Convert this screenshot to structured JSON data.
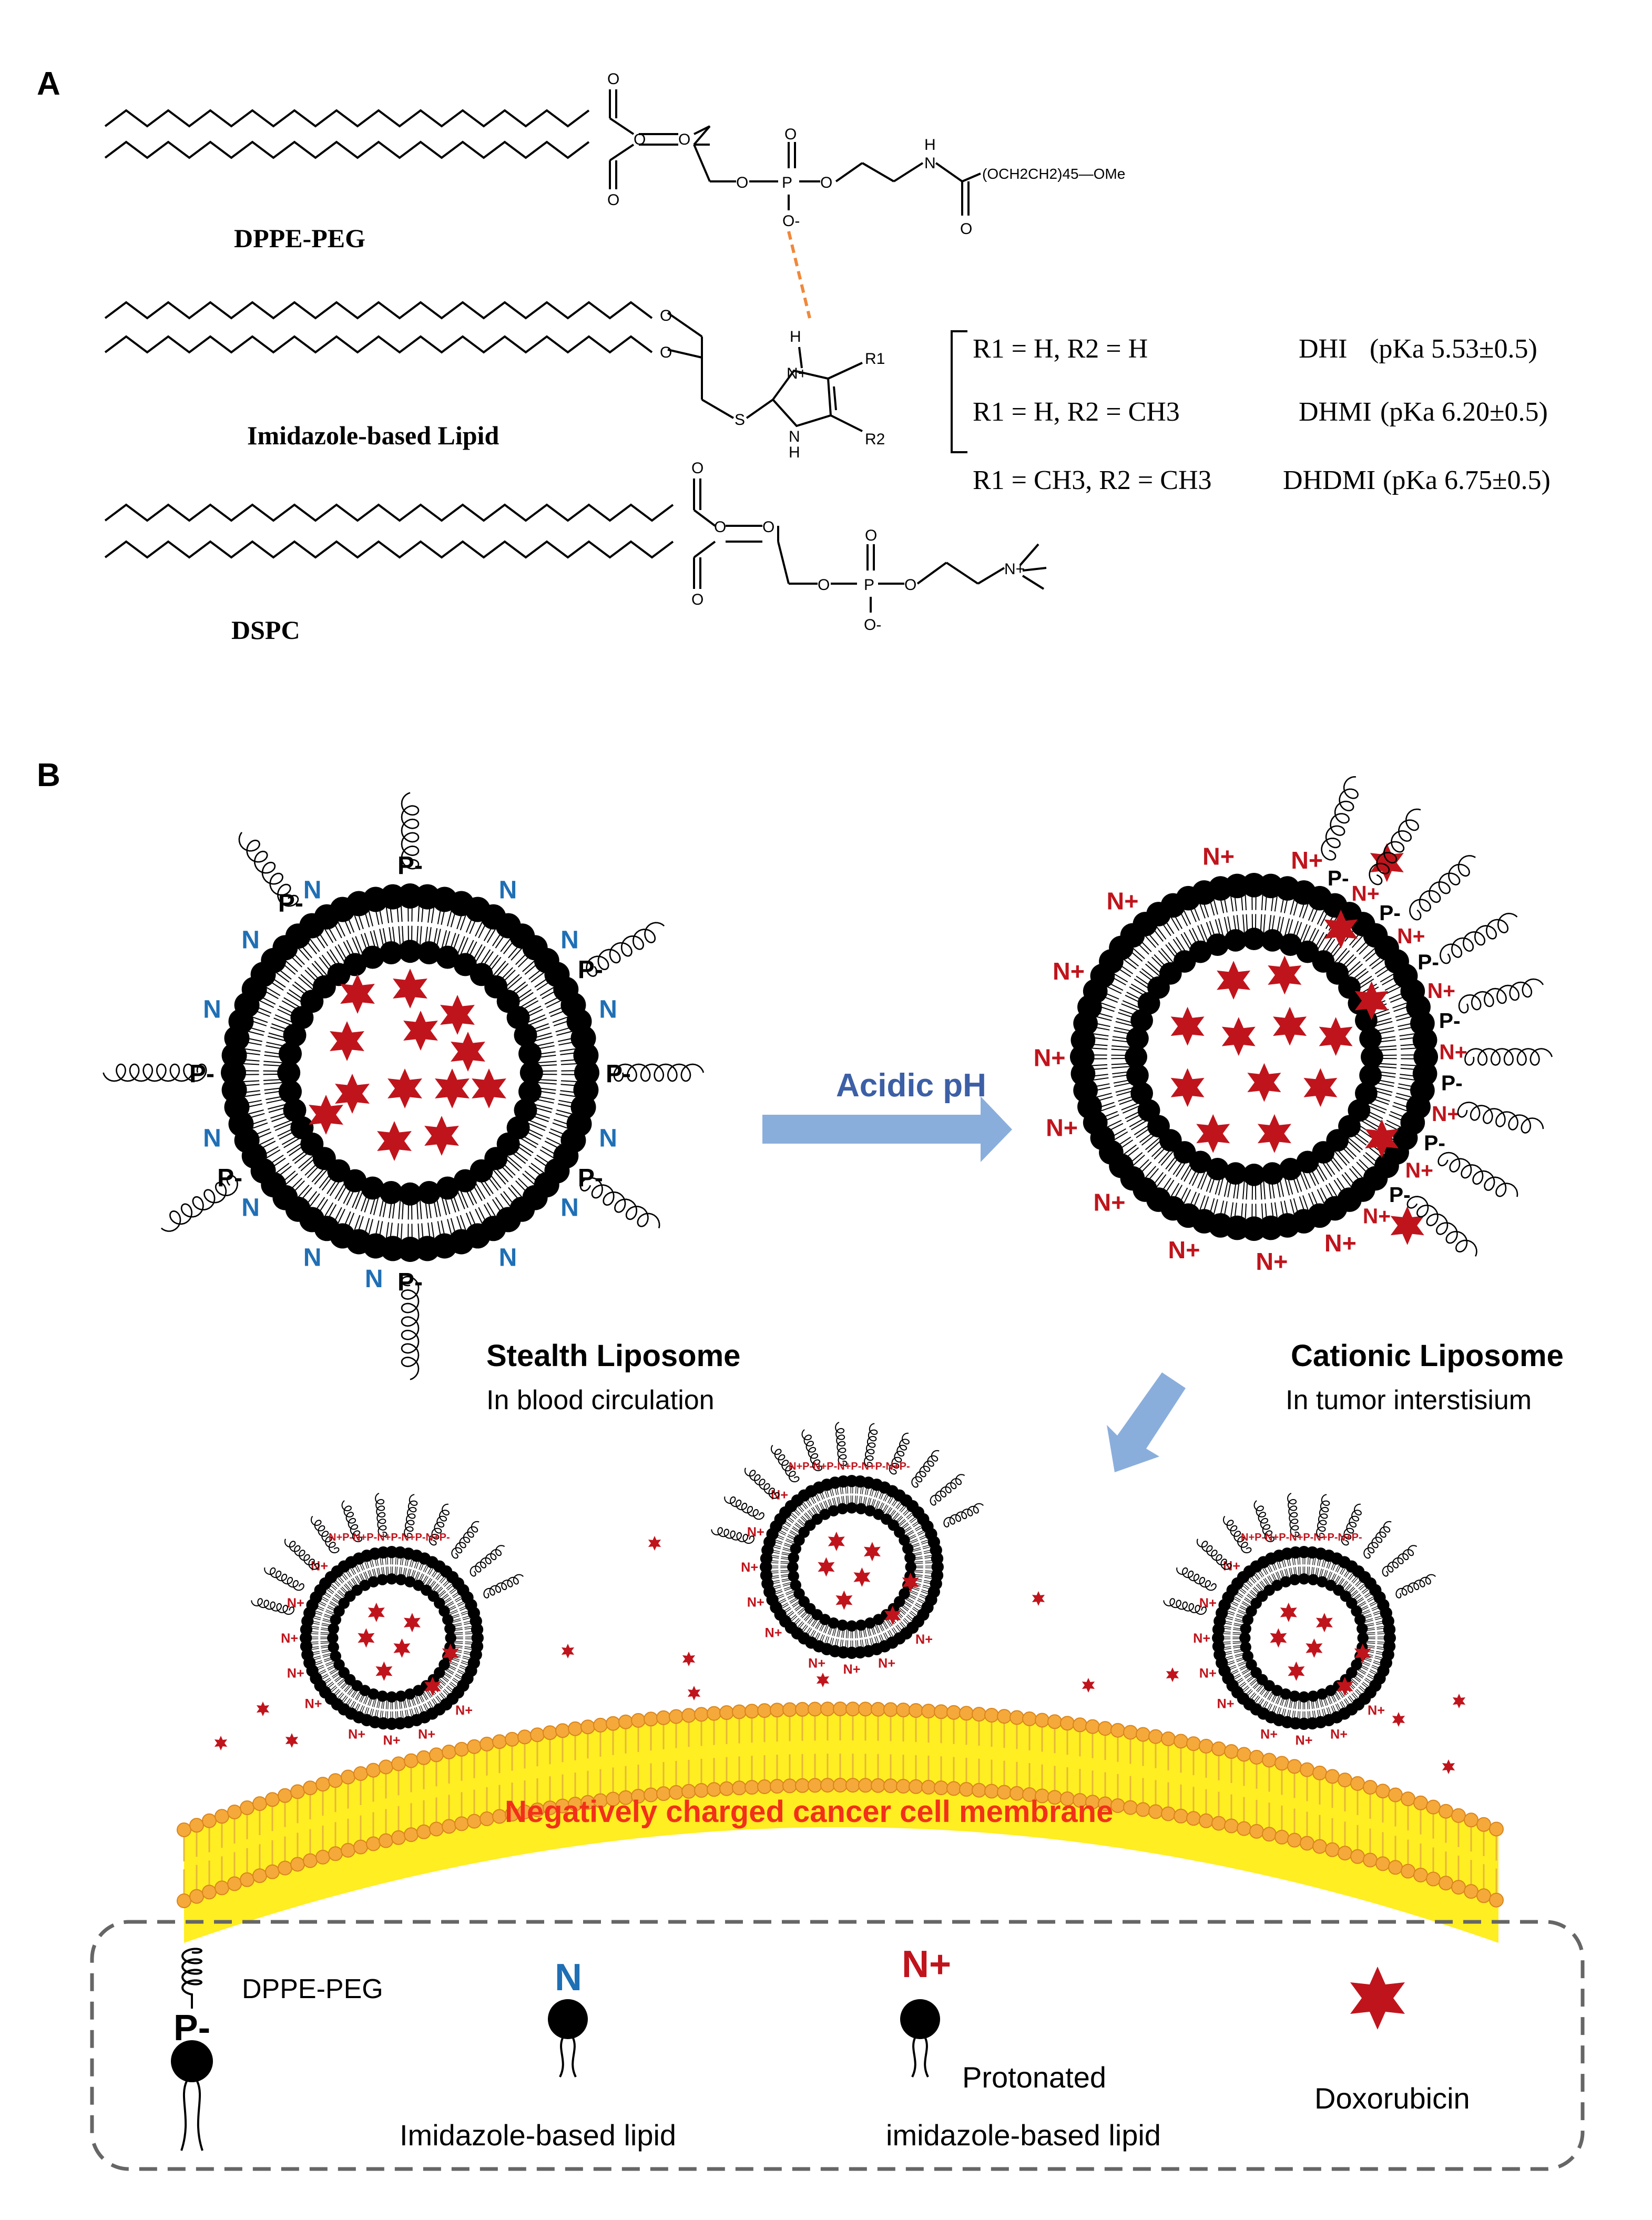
{
  "panel_a": {
    "label": "A",
    "dppe_peg": "DPPE-PEG",
    "imidazole_lipid": "Imidazole-based Lipid",
    "dspc": "DSPC",
    "atoms": {
      "o": "O",
      "h": "H",
      "n": "N",
      "p": "P",
      "s": "S",
      "o_minus": "O-",
      "n_plus": "N+",
      "nh": "H",
      "r1": "R1",
      "r2": "R2",
      "peg_chain": "(OCH2CH2)45—OMe"
    },
    "variants": [
      {
        "r_group": "R1 = H, R2 = H",
        "name": "DHI",
        "pka": "(pKa 5.53±0.5)"
      },
      {
        "r_group": "R1 = H, R2 = CH3",
        "name": "DHMI",
        "pka": "(pKa 6.20±0.5)"
      },
      {
        "r_group": "R1 = CH3, R2 = CH3",
        "name": "DHDMI",
        "pka": "(pKa 6.75±0.5)"
      }
    ]
  },
  "panel_b": {
    "label": "B",
    "arrow_label": "Acidic pH",
    "stealth_title": "Stealth Liposome",
    "stealth_sub": "In blood circulation",
    "cationic_title": "Cationic Liposome",
    "cationic_sub": "In tumor interstisium",
    "membrane_label": "Negatively charged cancer cell membrane",
    "marks": {
      "n": "N",
      "n_plus": "N+",
      "p_minus": "P-",
      "n_plus_dense": "N+P-N+P-N+P-N+P-N+P-"
    },
    "colors": {
      "n_blue": "#1f6fb5",
      "n_red": "#c0141c",
      "star": "#c0141c",
      "arrow": "#8aaedc",
      "membrane": "#ffee22",
      "head": "#f5a93a"
    }
  },
  "legend": {
    "dppe_peg": "DPPE-PEG",
    "p_minus": "P-",
    "n": "N",
    "n_plus": "N+",
    "imidazole_lipid": "Imidazole-based lipid",
    "protonated_1": "Protonated",
    "protonated_2": "imidazole-based lipid",
    "doxorubicin": "Doxorubicin"
  }
}
